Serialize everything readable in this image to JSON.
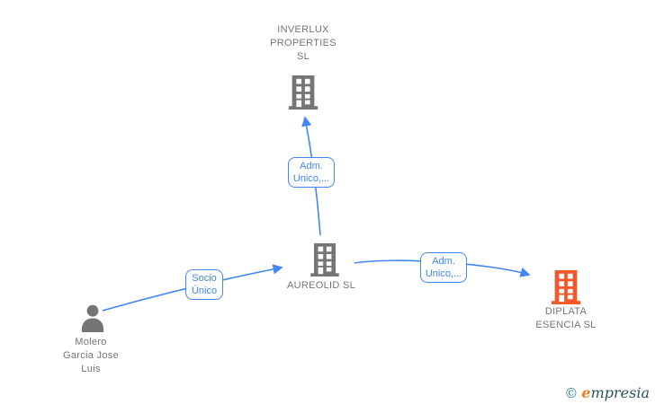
{
  "diagram_type": "company-relationship-graph",
  "colors": {
    "node_gray": "#757575",
    "highlight_company_orange": "#f4582a",
    "edge_blue": "#4285f4",
    "background": "#ffffff"
  },
  "nodes": {
    "inverlux": {
      "type": "company",
      "icon": "building-icon",
      "lines": [
        "INVERLUX",
        "PROPERTIES",
        "SL"
      ]
    },
    "aureolid": {
      "type": "company",
      "icon": "building-icon",
      "label": "AUREOLID SL"
    },
    "diplata": {
      "type": "company",
      "icon": "building-icon",
      "highlighted": true,
      "lines": [
        "DIPLATA",
        "ESENCIA SL"
      ]
    },
    "molero": {
      "type": "person",
      "icon": "person-icon",
      "lines": [
        "Molero",
        "Garcia Jose",
        "Luis"
      ]
    }
  },
  "edges": [
    {
      "from": "aureolid",
      "to": "inverlux",
      "label_lines": [
        "Adm.",
        "Unico,..."
      ]
    },
    {
      "from": "molero",
      "to": "aureolid",
      "label_lines": [
        "Socio",
        "Único"
      ]
    },
    {
      "from": "aureolid",
      "to": "diplata",
      "label_lines": [
        "Adm.",
        "Unico,..."
      ]
    }
  ],
  "watermark": {
    "copyright": "©",
    "brand_initial": "e",
    "brand_rest": "mpresia"
  }
}
